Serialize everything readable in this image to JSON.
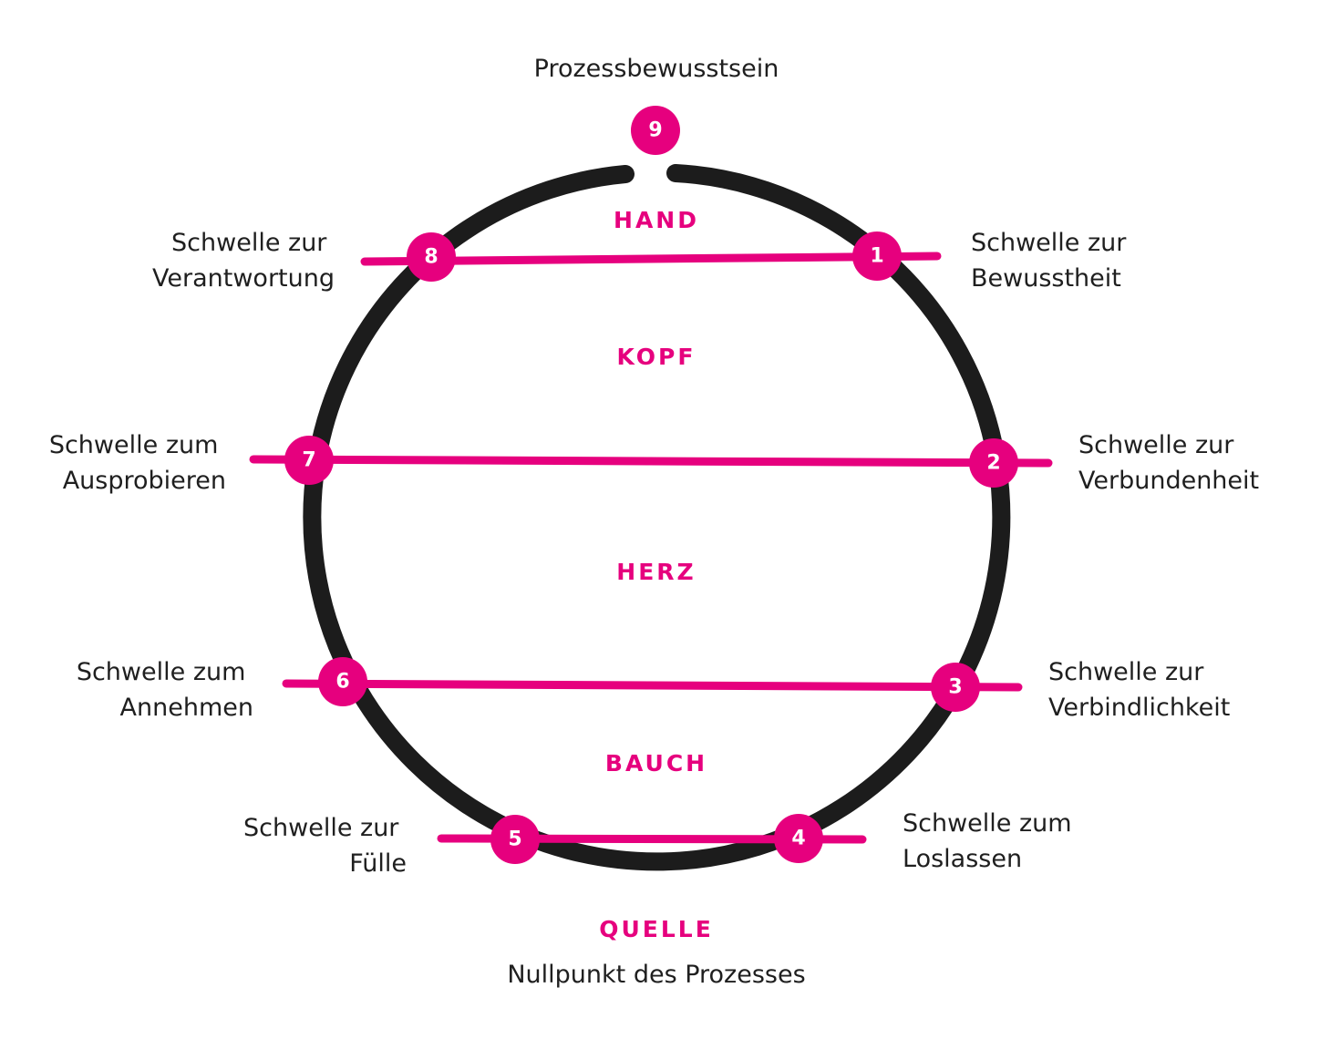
{
  "colors": {
    "accent": "#e6007e",
    "ring": "#1c1c1c",
    "text": "#1f1f1f"
  },
  "top_label": "Prozessbewusstsein",
  "bottom_label": "Nullpunkt des Prozesses",
  "zones": [
    {
      "id": "hand",
      "text": "HAND"
    },
    {
      "id": "kopf",
      "text": "KOPF"
    },
    {
      "id": "herz",
      "text": "HERZ"
    },
    {
      "id": "bauch",
      "text": "BAUCH"
    },
    {
      "id": "quelle",
      "text": "QUELLE"
    }
  ],
  "thresholds": [
    {
      "number": "1",
      "lines": [
        "Schwelle zur",
        "Bewusstheit"
      ]
    },
    {
      "number": "2",
      "lines": [
        "Schwelle zur",
        "Verbundenheit"
      ]
    },
    {
      "number": "3",
      "lines": [
        "Schwelle zur",
        "Verbindlichkeit"
      ]
    },
    {
      "number": "4",
      "lines": [
        "Schwelle zum",
        "Loslassen"
      ]
    },
    {
      "number": "5",
      "lines": [
        "Schwelle zur",
        "Fülle"
      ]
    },
    {
      "number": "6",
      "lines": [
        "Schwelle zum",
        "Annehmen"
      ]
    },
    {
      "number": "7",
      "lines": [
        "Schwelle zum",
        "Ausprobieren"
      ]
    },
    {
      "number": "8",
      "lines": [
        "Schwelle zur",
        "Verantwortung"
      ]
    }
  ],
  "top_marker": "9"
}
